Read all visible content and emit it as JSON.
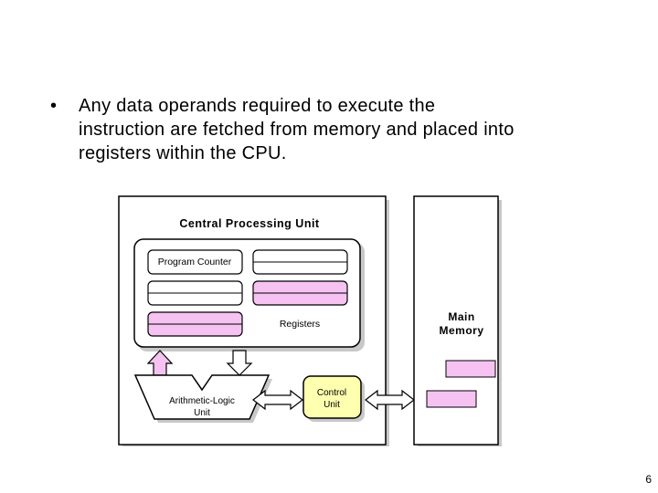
{
  "slide": {
    "bullet_lines": [
      "Any data operands required to execute the",
      "instruction are fetched from memory and placed into",
      "registers within the CPU."
    ],
    "slide_number": "6"
  },
  "diagram": {
    "cpu_title": "Central Processing Unit",
    "program_counter": "Program Counter",
    "registers_label": "Registers",
    "alu_label_line1": "Arithmetic-Logic",
    "alu_label_line2": "Unit",
    "control_unit_line1": "Control",
    "control_unit_line2": "Unit",
    "main_memory_line1": "Main",
    "main_memory_line2": "Memory",
    "colors": {
      "highlight_pink": "#f5c2f2",
      "control_yellow": "#ffffb0",
      "shadow_gray": "#c8c8c8"
    }
  }
}
